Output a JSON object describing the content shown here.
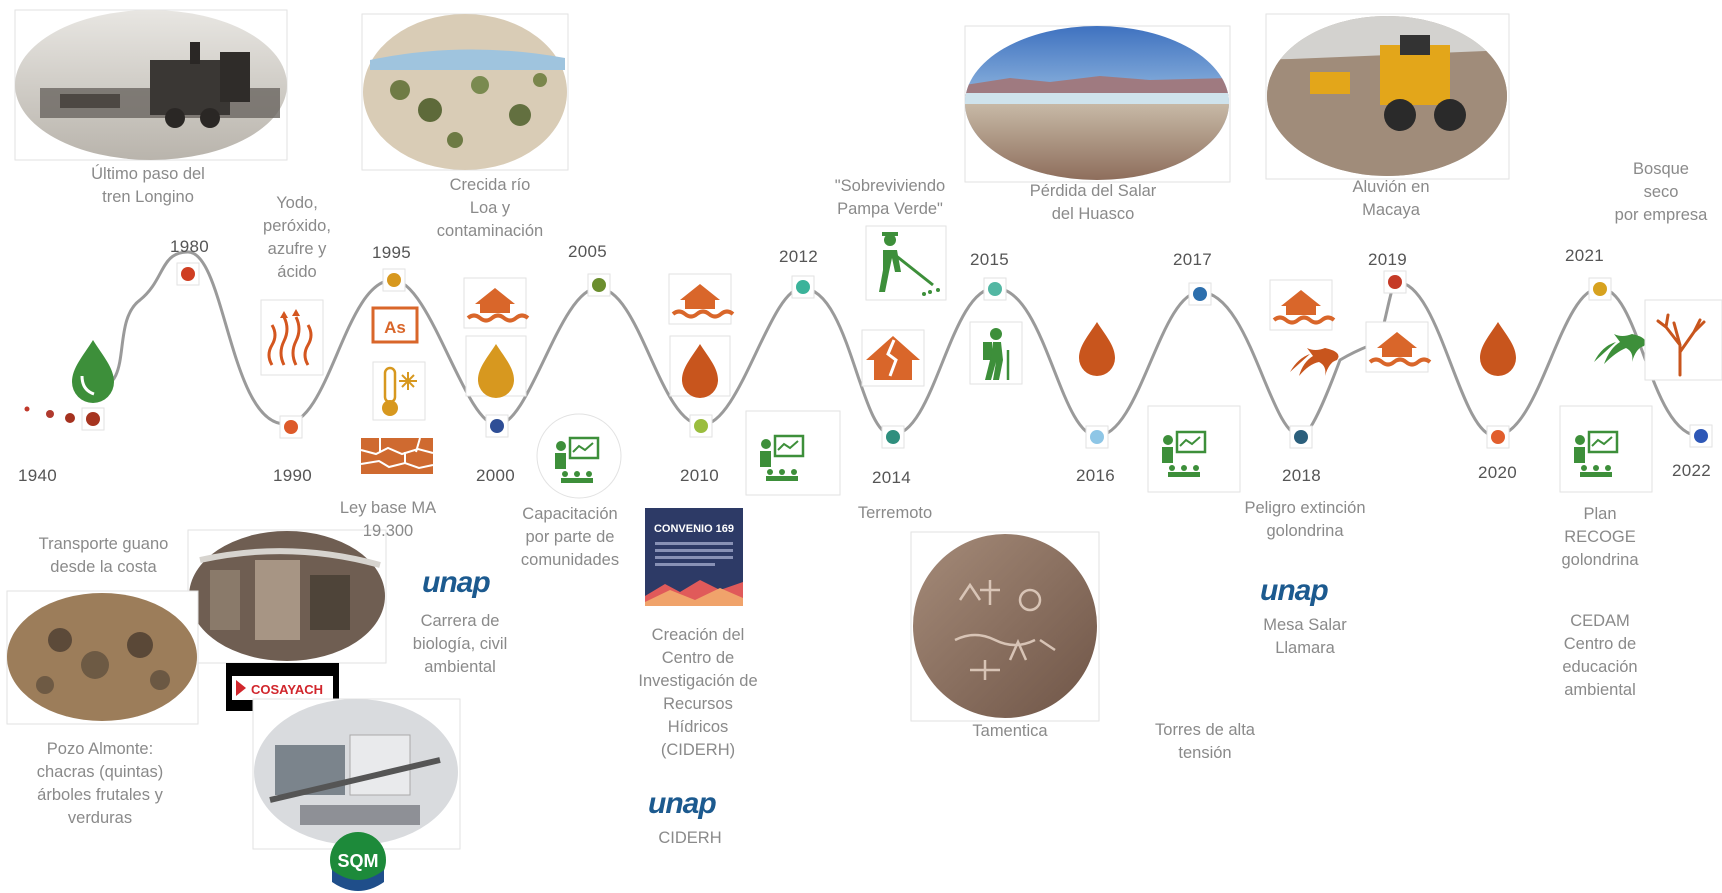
{
  "years": {
    "y1940": "1940",
    "y1980": "1980",
    "y1990": "1990",
    "y1995": "1995",
    "y2000": "2000",
    "y2005": "2005",
    "y2010": "2010",
    "y2012": "2012",
    "y2014": "2014",
    "y2015": "2015",
    "y2016": "2016",
    "y2017": "2017",
    "y2018": "2018",
    "y2019": "2019",
    "y2020": "2020",
    "y2021": "2021",
    "y2022": "2022"
  },
  "labels": {
    "tren": [
      "Último paso del",
      "tren Longino"
    ],
    "yodo": [
      "Yodo,",
      "peróxido,",
      "azufre y",
      "ácido"
    ],
    "crecida": [
      "Crecida río",
      "Loa y",
      "contaminación"
    ],
    "sobreviviendo": [
      "\"Sobreviviendo",
      "Pampa Verde\""
    ],
    "salar": [
      "Pérdida del Salar",
      "del Huasco"
    ],
    "aluvion": [
      "Aluvión en",
      "Macaya"
    ],
    "bosque": [
      "Bosque",
      "seco",
      "por empresa"
    ],
    "transporte": [
      "Transporte guano",
      "desde la costa"
    ],
    "leybase": [
      "Ley base MA",
      "19.300"
    ],
    "capacitacion": [
      "Capacitación",
      "por parte de",
      "comunidades"
    ],
    "terremoto": [
      "Terremoto"
    ],
    "peligro": [
      "Peligro extinción",
      "golondrina"
    ],
    "plan": [
      "Plan",
      "RECOGE",
      "golondrina"
    ],
    "carrera": [
      "Carrera de",
      "biología, civil",
      "ambiental"
    ],
    "mesa": [
      "Mesa Salar",
      "Llamara"
    ],
    "cedam": [
      "CEDAM",
      "Centro de",
      "educación",
      "ambiental"
    ],
    "ciderh_creacion": [
      "Creación del",
      "Centro de",
      "Investigación de",
      "Recursos",
      "Hídricos",
      "(CIDERH)"
    ],
    "ciderh": [
      "CIDERH"
    ],
    "pozo": [
      "Pozo Almonte:",
      "chacras (quintas)",
      "árboles frutales y",
      "verduras"
    ],
    "tamentica": [
      "Tamentica"
    ],
    "torres": [
      "Torres de alta",
      "tensión"
    ]
  },
  "logos": {
    "unap": "unap",
    "cosayach": "COSAYACH",
    "sqm": "SQM",
    "convenio": "CONVENIO 169"
  },
  "icons": [
    "water-drop-icon",
    "heat-waves-icon",
    "arsenic-icon",
    "thermometer-icon",
    "cracked-ground-icon",
    "flooded-house-icon",
    "meeting-icon",
    "worker-icon",
    "earthquake-house-icon",
    "hiker-icon",
    "swallow-bird-icon",
    "dead-tree-icon"
  ],
  "colors": {
    "green": "#3d8f3a",
    "orange": "#c8551d",
    "gold": "#d7981f",
    "red": "#cf3e22",
    "teal": "#3bb39a",
    "blue": "#3b63a8",
    "line": "#9a9a9a"
  }
}
